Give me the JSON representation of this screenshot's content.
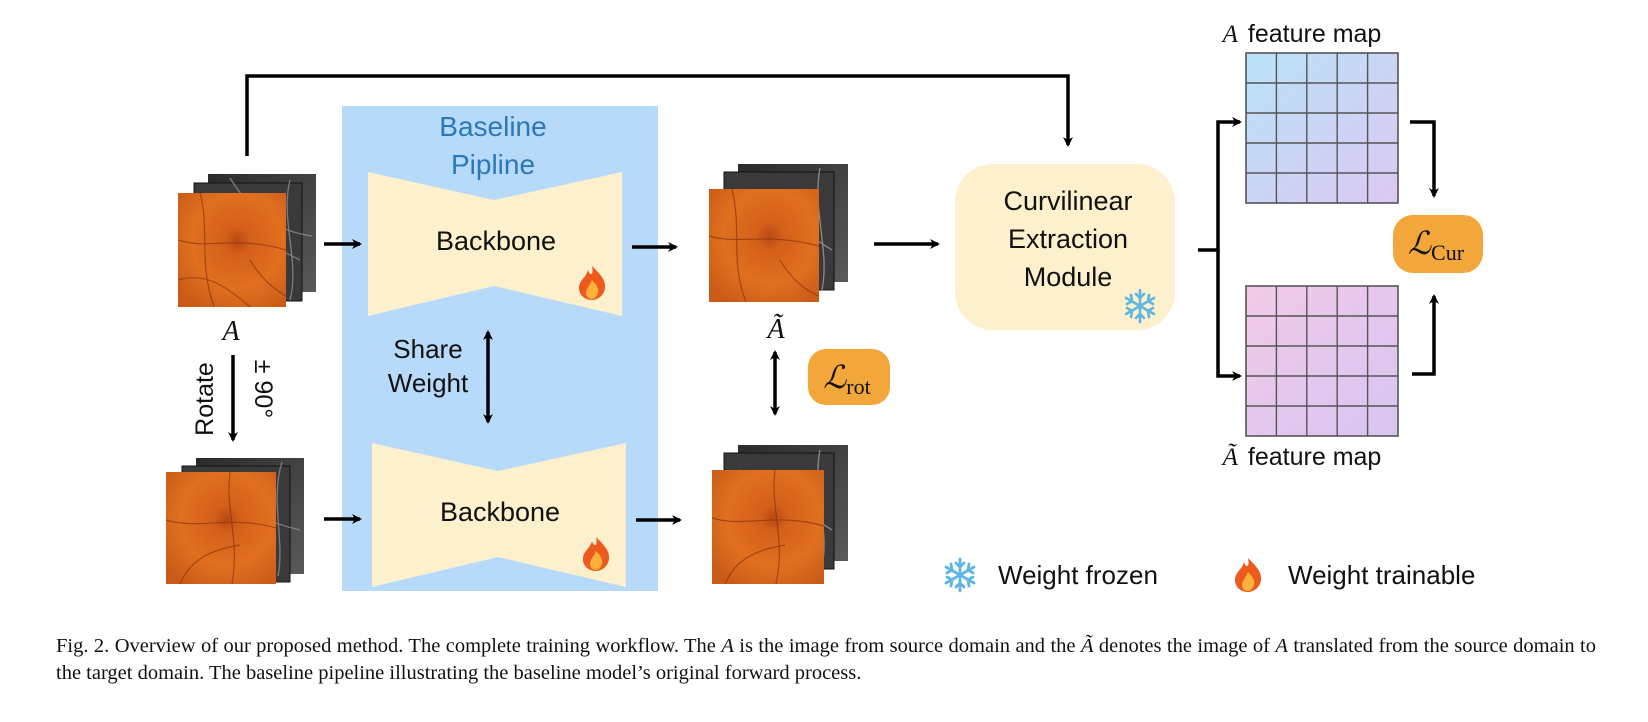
{
  "baseline": {
    "title_line1": "Baseline",
    "title_line2": "Pipline",
    "fill": "#b8dafa",
    "title_color": "#2b78b8"
  },
  "backbone_top": {
    "label": "Backbone"
  },
  "backbone_bottom": {
    "label": "Backbone"
  },
  "share_weight": {
    "line1": "Share",
    "line2": "Weight"
  },
  "rotate": {
    "word": "Rotate",
    "angle": "± 90°"
  },
  "image_labels": {
    "source": "A",
    "translated": "Ã"
  },
  "cem": {
    "line1": "Curvilinear",
    "line2": "Extraction",
    "line3": "Module",
    "fill": "#fdf0cc"
  },
  "loss_rot": {
    "symbol": "ℒ",
    "subscript": "rot",
    "fill": "#f3a73a"
  },
  "loss_cur": {
    "symbol": "ℒ",
    "subscript": "Cur",
    "fill": "#f3a73a"
  },
  "feature_maps": {
    "top": {
      "prefix": "A",
      "label": "feature map"
    },
    "bottom": {
      "prefix": "Ã",
      "label": "feature map"
    }
  },
  "legend": {
    "frozen": "Weight frozen",
    "trainable": "Weight trainable"
  },
  "icons": {
    "frozen": "snowflake-icon",
    "trainable": "fire-icon"
  },
  "caption": {
    "p1": "Fig. 2.  Overview of our proposed method. The complete training workflow. The ",
    "a1": "A",
    "p2": " is the image from source domain and the ",
    "a2": "Ã",
    "p3": " denotes the image of ",
    "a3": "A",
    "p4": " translated from the source domain to the target domain. The baseline pipeline illustrating the baseline model’s original forward process."
  }
}
